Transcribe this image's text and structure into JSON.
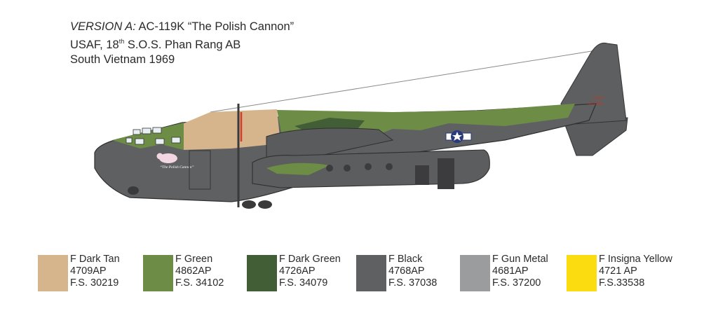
{
  "title": {
    "version_label": "VERSION A:",
    "version_name": "AC-119K “The Polish Cannon”",
    "unit_prefix": "USAF, 18",
    "unit_sup": "th",
    "unit_suffix": "S.O.S. Phan Rang AB",
    "location_year": "South Vietnam 1969"
  },
  "markings": {
    "nose_art": "“The Polish Cannon”",
    "tail_text_1": "USAF",
    "tail_text_2": "0-22546"
  },
  "palette": [
    {
      "name": "F Dark Tan",
      "code": "4709AP",
      "fs": "F.S. 30219",
      "color": "#d6b48c"
    },
    {
      "name": "F Green",
      "code": "4862AP",
      "fs": "F.S. 34102",
      "color": "#6d8c46"
    },
    {
      "name": "F Dark Green",
      "code": "4726AP",
      "fs": "F.S. 34079",
      "color": "#425e37"
    },
    {
      "name": "F Black",
      "code": "4768AP",
      "fs": "F.S. 37038",
      "color": "#5f6062"
    },
    {
      "name": "F Gun Metal",
      "code": "4681AP",
      "fs": "F.S. 37200",
      "color": "#9a9c9e"
    },
    {
      "name": "F Insigna Yellow",
      "code": "4721    AP",
      "fs": "F.S.33538",
      "color": "#fbdc10"
    }
  ]
}
